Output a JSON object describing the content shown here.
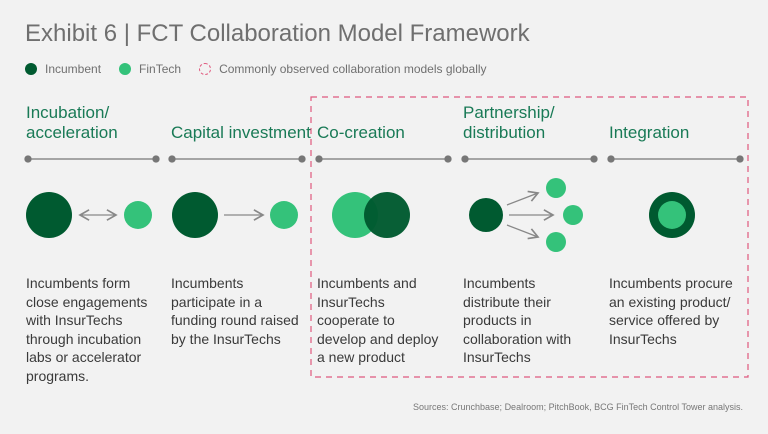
{
  "title": "Exhibit 6 | FCT Collaboration Model Framework",
  "legend": {
    "incumbent": "Incumbent",
    "fintech": "FinTech",
    "common": "Commonly observed collaboration models globally"
  },
  "colors": {
    "incumbent": "#005a30",
    "fintech": "#34c27a",
    "heading": "#197a56",
    "dashed": "#e05a7f"
  },
  "models": [
    {
      "title": "Incubation/ acceleration",
      "desc": "Incumbents form close engagements with InsurTechs through incubation labs or accelerator programs."
    },
    {
      "title": "Capital investment",
      "desc": "Incumbents participate in a funding round raised by the InsurTechs"
    },
    {
      "title": "Co-creation",
      "desc": "Incumbents and InsurTechs cooperate to develop and deploy a new product"
    },
    {
      "title": "Partnership/ distribution",
      "desc": "Incumbents distribute their products in collaboration with InsurTechs"
    },
    {
      "title": "Integration",
      "desc": "Incumbents procure an existing product/ service offered by InsurTechs"
    }
  ],
  "sources": "Sources: Crunchbase; Dealroom; PitchBook, BCG FinTech Control Tower analysis."
}
